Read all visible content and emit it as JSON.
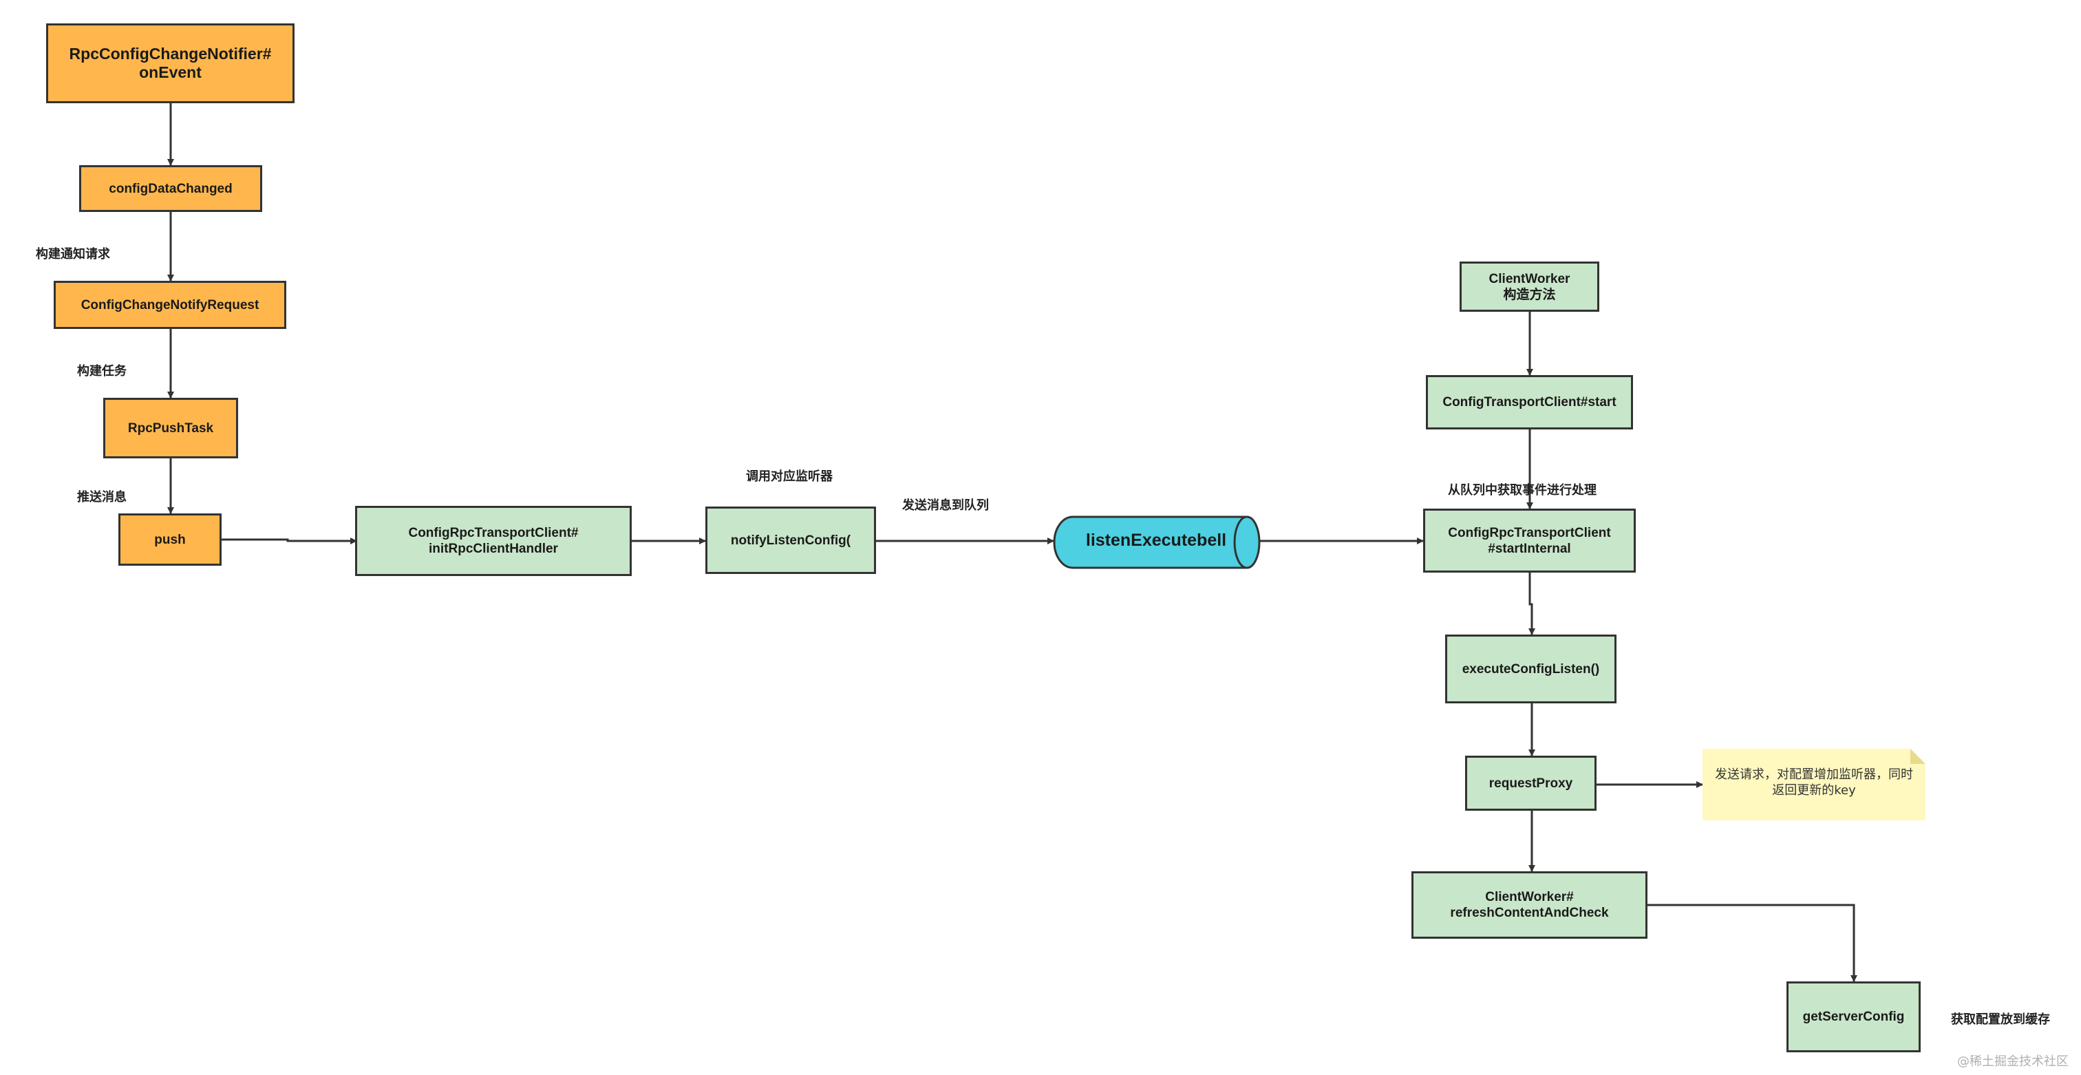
{
  "colors": {
    "orange_fill": "#ffb74d",
    "green_fill": "#c8e6c9",
    "cyan_fill": "#4dd0e1",
    "note_fill": "#fff8bf",
    "stroke": "#333333"
  },
  "nodes": {
    "rpc_notifier": "RpcConfigChangeNotifier#\nonEvent",
    "config_data_changed": "configDataChanged",
    "notify_request": "ConfigChangeNotifyRequest",
    "push_task": "RpcPushTask",
    "push": "push",
    "init_handler": "ConfigRpcTransportClient#\ninitRpcClientHandler",
    "notify_listen": "notifyListenConfig(",
    "queue": "listenExecutebell",
    "client_worker": "ClientWorker\n构造方法",
    "transport_start": "ConfigTransportClient#start",
    "start_internal": "ConfigRpcTransportClient\n#startInternal",
    "execute_listen": "executeConfigListen()",
    "request_proxy": "requestProxy",
    "refresh": "ClientWorker#\nrefreshContentAndCheck",
    "get_server_config": "getServerConfig"
  },
  "labels": {
    "build_notify": "构建通知请求",
    "build_task": "构建任务",
    "push_msg": "推送消息",
    "call_listener": "调用对应监听器",
    "send_queue": "发送消息到队列",
    "take_queue": "从队列中获取事件进行处理",
    "cache": "获取配置放到缓存"
  },
  "note": "发送请求，对配置增加监听器，同时\n返回更新的key",
  "watermark": "@稀土掘金技术社区"
}
